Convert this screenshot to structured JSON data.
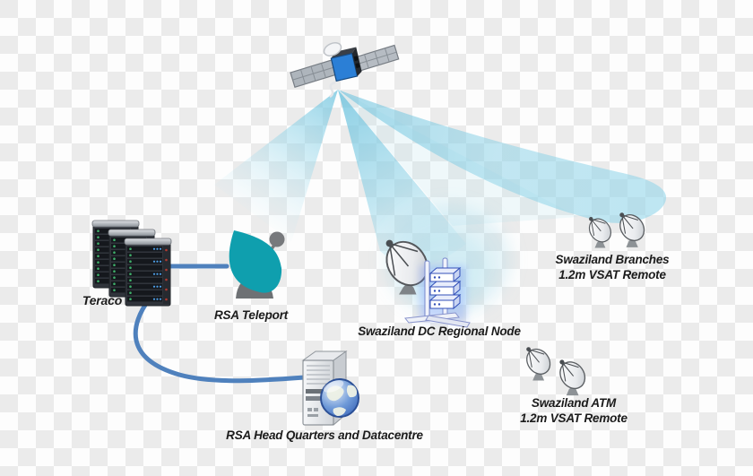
{
  "labels": {
    "teraco": "Teraco",
    "rsa_teleport": "RSA Teleport",
    "dc_node": "Swaziland DC Regional Node",
    "branches_line1": "Swaziland Branches",
    "branches_line2": "1.2m VSAT Remote",
    "atm_line1": "Swaziland ATM",
    "atm_line2": "1.2m VSAT Remote",
    "hq": "RSA Head Quarters and Datacentre"
  },
  "colors": {
    "checker_light": "#fdfdfd",
    "checker_dark": "#ebebeb",
    "beam_cyan": "#8fd4e8",
    "link_line_blue": "#4f81bd",
    "teleport_dish_teal": "#0f9fae",
    "satellite_body_blue": "#2b7fd6",
    "dc_rack_blue": "#3350b8",
    "label_text": "#1b1b1b"
  },
  "icons": [
    "satellite-icon",
    "signal-beam-left",
    "signal-beam-middle",
    "signal-beam-right",
    "server-rack-stack-icon",
    "teleport-dish-icon",
    "vsat-dish-icon",
    "dc-rack-icon",
    "server-globe-icon",
    "link-line"
  ]
}
